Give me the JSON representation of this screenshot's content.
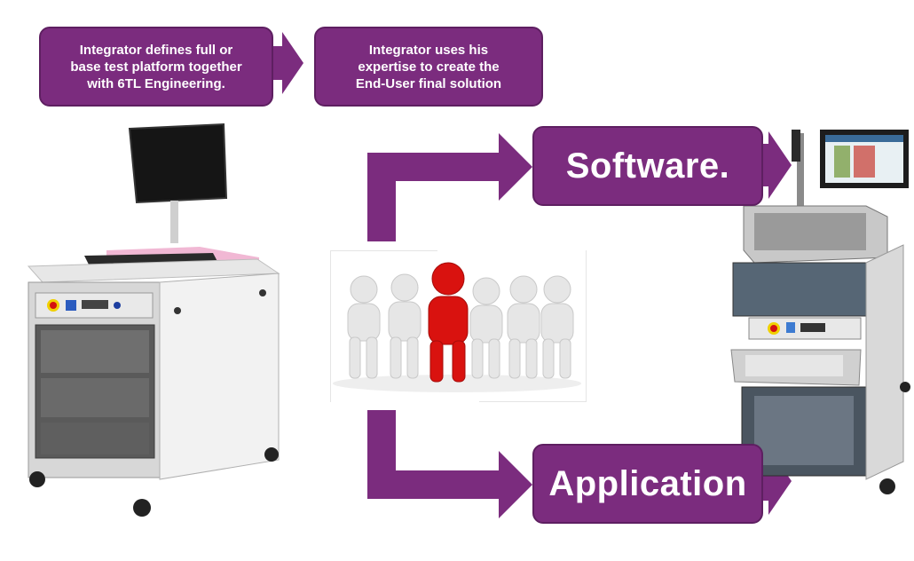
{
  "boxes": {
    "integrator_defines": "Integrator defines full or\nbase test platform together\nwith 6TL Engineering.",
    "integrator_uses": "Integrator uses his\nexpertise to create the\nEnd-User final solution",
    "software": "Software.",
    "application": "Application"
  },
  "colors": {
    "box_fill": "#7b2c7e",
    "arrow_fill": "#7b2c7e",
    "leader_figure": "#d9120f",
    "team_figure": "#e8e8e8"
  },
  "icons": [
    "test-platform-base",
    "team-figures",
    "test-system-final"
  ]
}
